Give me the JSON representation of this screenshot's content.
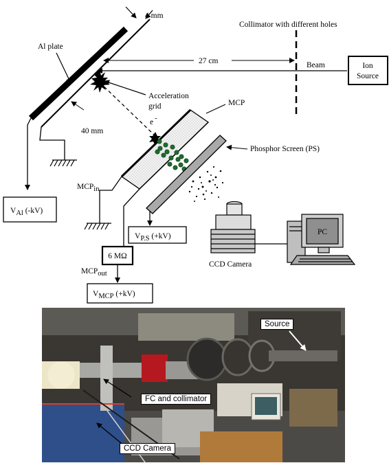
{
  "diagram": {
    "gap_label": "4 mm",
    "al_plate_label": "Al plate",
    "distance_label": "27 cm",
    "collimator_label": "Collimator with different holes",
    "beam_label": "Beam",
    "ion_source": {
      "line1": "Ion",
      "line2": "Source"
    },
    "acceleration_grid": {
      "line1": "Acceleration",
      "line2": "grid"
    },
    "electron_label": "e",
    "electron_superscript": "-",
    "grid_distance_label": "40 mm",
    "mcp_label": "MCP",
    "phosphor_label": "Phosphor Screen (PS)",
    "mcp_in": {
      "base": "MCP",
      "sub": "in"
    },
    "v_al": {
      "base": "V",
      "sub": "Al",
      "rest": " (-kV)"
    },
    "v_ps": {
      "base": "V",
      "sub": "P.S",
      "rest": " (+kV)"
    },
    "resistor_label": "6 MΩ",
    "mcp_out": {
      "base": "MCP",
      "sub": "out"
    },
    "v_mcp": {
      "base": "V",
      "sub": "MCP",
      "rest": " (+kV)"
    },
    "ccd_label": "CCD Camera",
    "pc_label": "PC"
  },
  "photo": {
    "source_label": "Source",
    "fc_collimator_label": "FC and collimator",
    "ccd_label": "CCD Camera"
  }
}
